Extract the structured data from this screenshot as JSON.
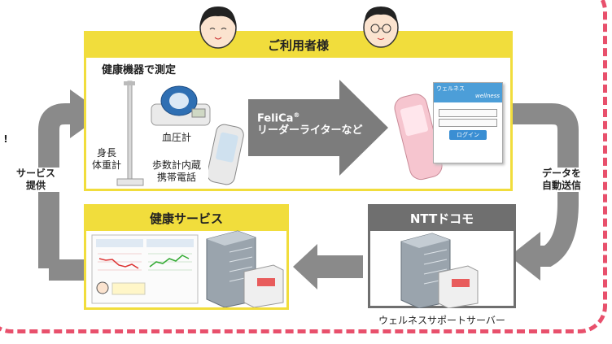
{
  "labels": {
    "users_title": "ご利用者様",
    "measure_heading": "健康機器で測定",
    "blood_pressure": "血圧計",
    "height_weight": [
      "身長",
      "体重計"
    ],
    "pedometer_phone": [
      "歩数計内蔵",
      "携帯電話"
    ],
    "felica_mark": "FeliCa",
    "felica_reg": "®",
    "felica_reader": "リーダーライターなど",
    "auto_send": [
      "データを",
      "自動送信"
    ],
    "service_provide": [
      "サービス",
      "提供"
    ],
    "exclaim": "!",
    "health_service_title": "健康サービス",
    "docomo_title": "NTTドコモ",
    "server_name": "ウェルネスサポートサーバー"
  },
  "phone_screen": {
    "title": "ウェルネス",
    "subtitle": "wellness",
    "login_button": "ログイン"
  },
  "colors": {
    "dash_border": "#e8506c",
    "panel_yellow": "#f1dd3c",
    "arrow_gray": "#8a8a8a",
    "dark_header": "#6f6f6f"
  }
}
